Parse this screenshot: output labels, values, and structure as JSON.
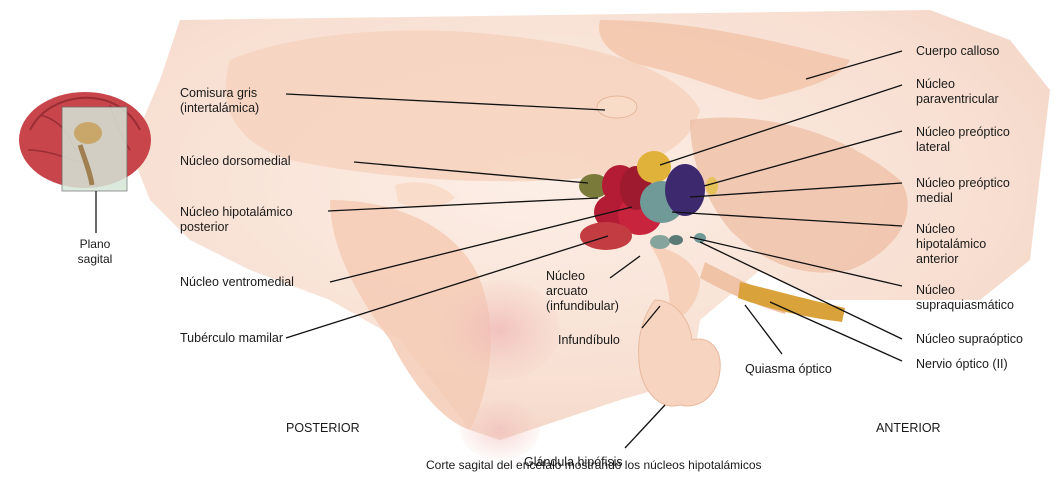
{
  "inset": {
    "plane_label": "Plano\nsagital"
  },
  "labels_left": {
    "comisura": "Comisura gris\n(intertalámica)",
    "dorsomedial": "Núcleo dorsomedial",
    "posterior": "Núcleo hipotalámico\nposterior",
    "ventromedial": "Núcleo ventromedial",
    "mamilar": "Tubérculo mamilar"
  },
  "labels_center": {
    "arcuato": "Núcleo\narcuato\n(infundibular)",
    "infundibulo": "Infundíbulo",
    "hipofisis": "Glándula hipófisis",
    "quiasma": "Quiasma óptico"
  },
  "labels_right": {
    "calloso": "Cuerpo calloso",
    "paraventricular": "Núcleo\nparaventricular",
    "preoptico_lateral": "Núcleo preóptico\nlateral",
    "preoptico_medial": "Núcleo preóptico\nmedial",
    "hipot_anterior": "Núcleo\nhipotalámico\nanterior",
    "supraquiasmatico": "Núcleo\nsupraquiasmático",
    "supraoptico": "Núcleo supraóptico",
    "nervio": "Nervio óptico (II)"
  },
  "orientation": {
    "posterior": "POSTERIOR",
    "anterior": "ANTERIOR"
  },
  "caption": "Corte sagital del encéfalo mostrando los núcleos hipotalámicos",
  "colors": {
    "tissue": "#f3c9b2",
    "tissue_light": "#fadfce",
    "tissue_dark": "#e3a88c",
    "nerve": "#d9a23a",
    "nucleus_yellow": "#e0b23a",
    "nucleus_purple": "#3d2a6e",
    "nucleus_red": "#b31c34",
    "nucleus_teal": "#6f9a98",
    "nucleus_olive": "#7a7a3a"
  }
}
